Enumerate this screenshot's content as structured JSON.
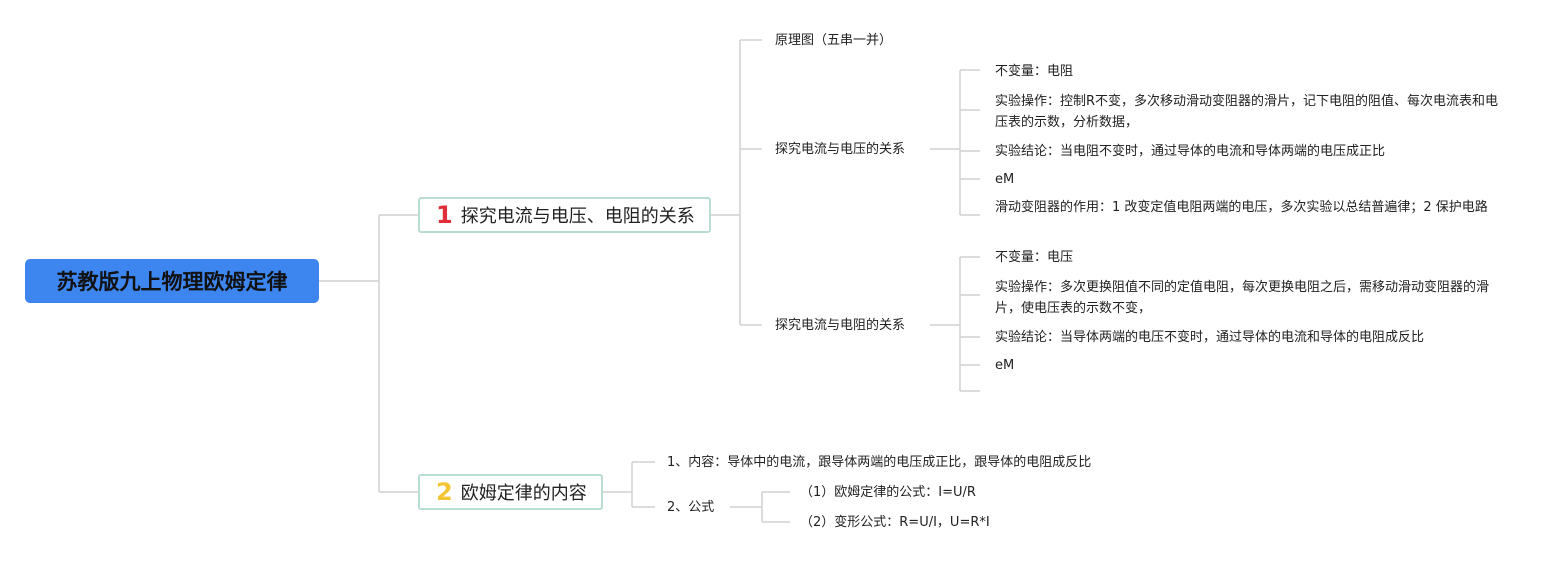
{
  "root": {
    "title": "苏教版九上物理欧姆定律"
  },
  "topic1": {
    "number": "1",
    "title": "探究电流与电压、电阻的关系",
    "children": {
      "diagram": "原理图（五串一并）",
      "voltage": {
        "title": "探究电流与电压的关系",
        "items": [
          "不变量：电阻",
          "实验操作：控制R不变，多次移动滑动变阻器的滑片，记下电阻的阻值、每次电流表和电压表的示数，分析数据，",
          "实验结论：当电阻不变时，通过导体的电流和导体两端的电压成正比",
          "eM",
          "滑动变阻器的作用：1   改变定值电阻两端的电压，多次实验以总结普遍律；2   保护电路"
        ]
      },
      "resistance": {
        "title": "探究电流与电阻的关系",
        "items": [
          "不变量：电压",
          "实验操作：多次更换阻值不同的定值电阻，每次更换电阻之后，需移动滑动变阻器的滑片，使电压表的示数不变，",
          "实验结论：当导体两端的电压不变时，通过导体的电流和导体的电阻成反比",
          "eM"
        ]
      }
    }
  },
  "topic2": {
    "number": "2",
    "title": "欧姆定律的内容",
    "children": {
      "content": "1、内容：导体中的电流，跟导体两端的电压成正比，跟导体的电阻成反比",
      "formula": {
        "title": "2、公式",
        "items": [
          "（1）欧姆定律的公式：I=U/R",
          "（2）变形公式：R=U/I，U=R*I"
        ]
      }
    }
  },
  "colors": {
    "root_bg": "#3d86f0",
    "topic_border": "#b9ddd3",
    "number1": "#e02f3a",
    "number2": "#f2c632",
    "connector": "#d0d0d0"
  }
}
